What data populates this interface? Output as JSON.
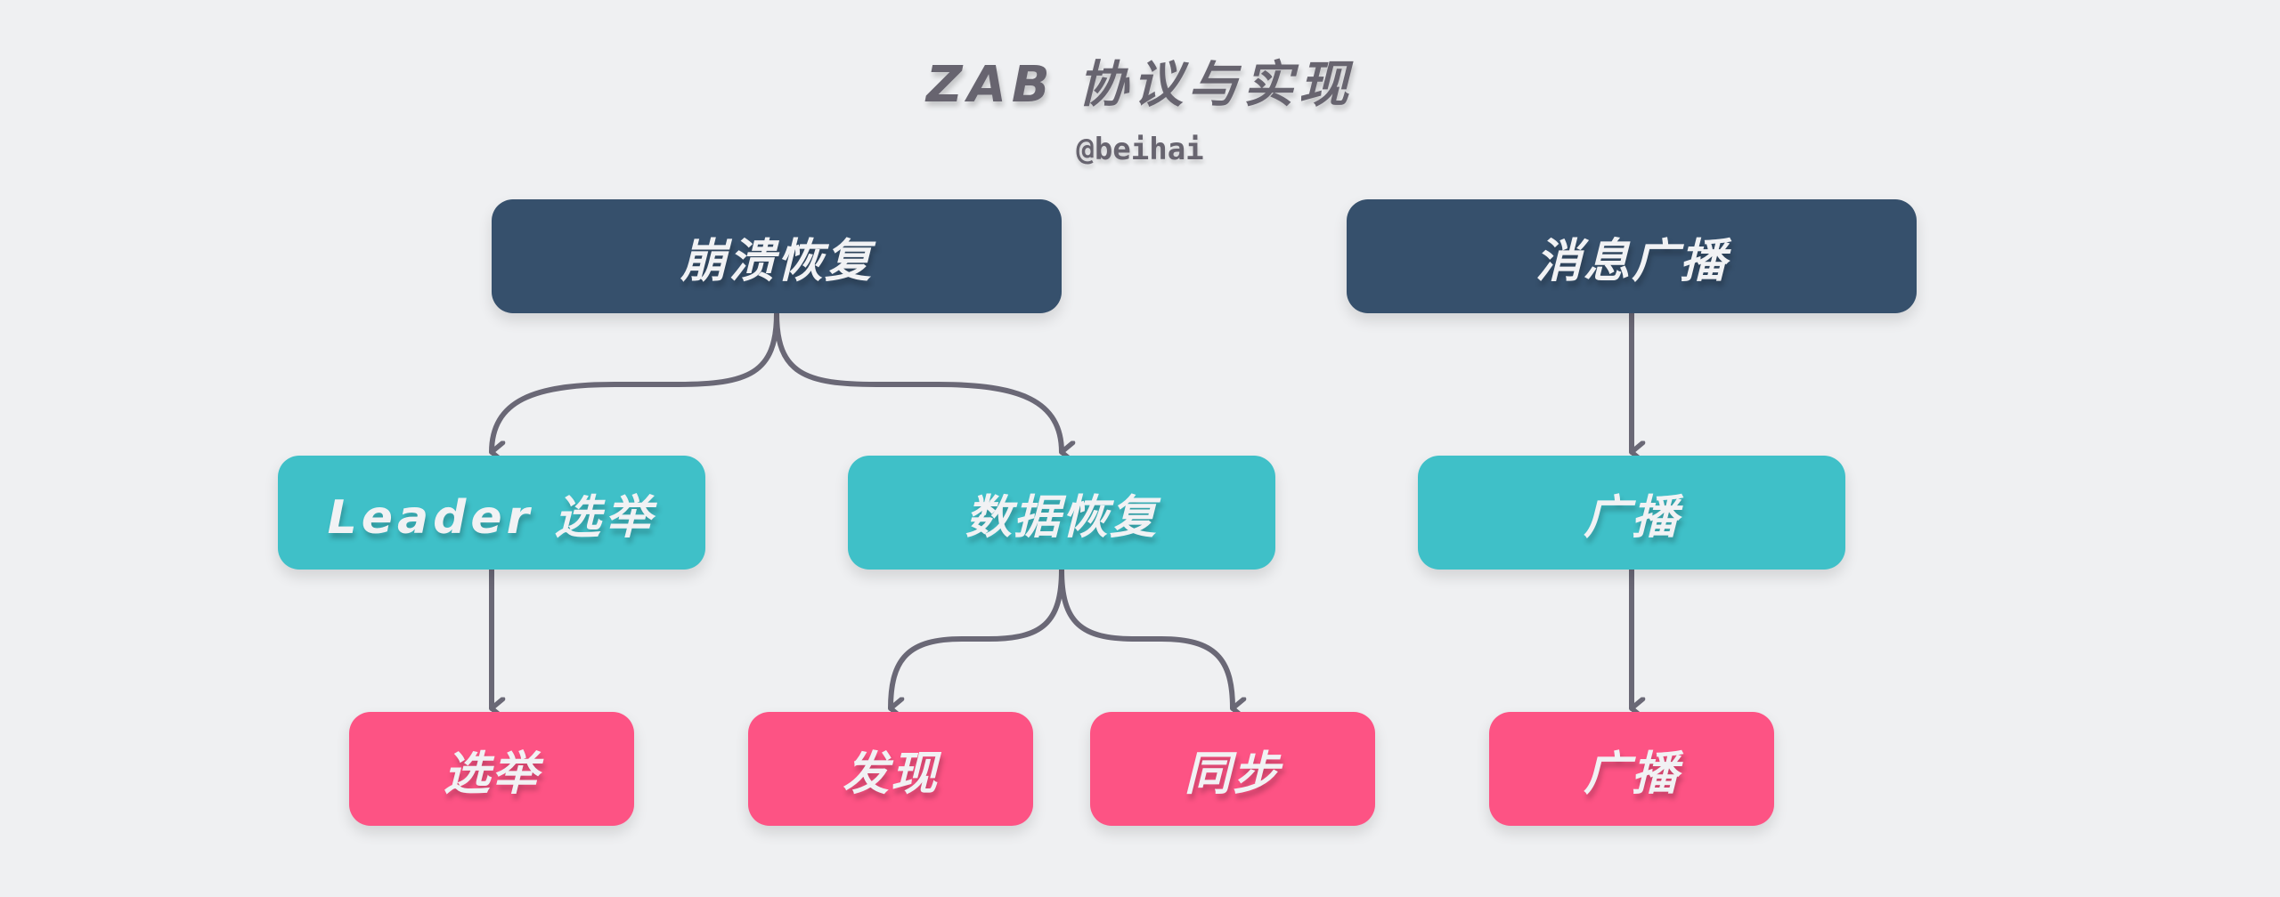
{
  "header": {
    "title": "ZAB 协议与实现",
    "author": "@beihai"
  },
  "colors": {
    "background": "#eff0f2",
    "level1": "#36506c",
    "level2": "#3fc0c8",
    "level3": "#fd5384",
    "connector": "#6a6876",
    "title_text": "#67646f",
    "node_text": "#f1f2f4"
  },
  "diagram": {
    "type": "tree",
    "roots": [
      {
        "id": "crash-recovery",
        "label": "崩溃恢复",
        "children": [
          {
            "id": "leader-election",
            "label": "Leader 选举",
            "children": [
              {
                "id": "election",
                "label": "选举"
              }
            ]
          },
          {
            "id": "data-recovery",
            "label": "数据恢复",
            "children": [
              {
                "id": "discovery",
                "label": "发现"
              },
              {
                "id": "sync",
                "label": "同步"
              }
            ]
          }
        ]
      },
      {
        "id": "message-broadcast",
        "label": "消息广播",
        "children": [
          {
            "id": "broadcast-mid",
            "label": "广播",
            "children": [
              {
                "id": "broadcast-leaf",
                "label": "广播"
              }
            ]
          }
        ]
      }
    ]
  },
  "nodes": {
    "crash_recovery": "崩溃恢复",
    "message_broadcast": "消息广播",
    "leader_election": "Leader 选举",
    "data_recovery": "数据恢复",
    "broadcast_mid": "广播",
    "election": "选举",
    "discovery": "发现",
    "sync": "同步",
    "broadcast_leaf": "广播"
  }
}
